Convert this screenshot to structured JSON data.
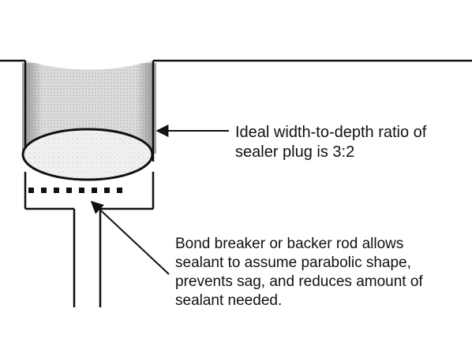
{
  "callouts": {
    "ratio": {
      "line1": "Ideal width-to-depth ratio of",
      "line2": "sealer plug is 3:2"
    },
    "bond_breaker": {
      "line1": "Bond breaker or backer rod allows",
      "line2": "sealant to assume parabolic shape,",
      "line3": "prevents sag, and reduces amount of",
      "line4": "sealant needed."
    }
  },
  "colors": {
    "line": "#111111",
    "sealant_fill": "#d8d8d8",
    "rod_fill": "#ededed",
    "background": "#ffffff"
  }
}
